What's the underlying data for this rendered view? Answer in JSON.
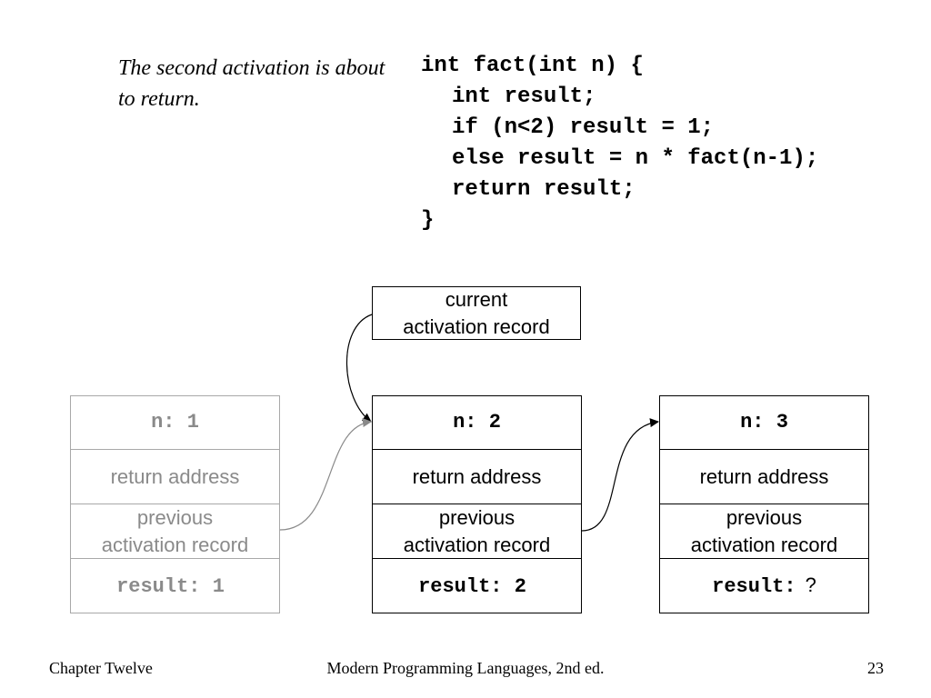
{
  "caption": "The second activation is about to return.",
  "code": {
    "lines": [
      "int fact(int n) {",
      "int result;",
      "if (n<2) result = 1;",
      "else result = n * fact(n-1);",
      "return result;",
      "}"
    ]
  },
  "current_box": {
    "line1": "current",
    "line2": "activation record"
  },
  "records": [
    {
      "n": "n: 1",
      "return_address": "return address",
      "previous_line1": "previous",
      "previous_line2": "activation record",
      "result": "result: 1",
      "result_suffix": ""
    },
    {
      "n": "n: 2",
      "return_address": "return address",
      "previous_line1": "previous",
      "previous_line2": "activation record",
      "result": "result: 2",
      "result_suffix": ""
    },
    {
      "n": "n: 3",
      "return_address": "return address",
      "previous_line1": "previous",
      "previous_line2": "activation record",
      "result": "result:",
      "result_suffix": "?"
    }
  ],
  "footer": {
    "left": "Chapter Twelve",
    "center": "Modern Programming Languages, 2nd ed.",
    "right": "23"
  },
  "colors": {
    "active": "#000000",
    "faded": "#8a8a8a"
  }
}
